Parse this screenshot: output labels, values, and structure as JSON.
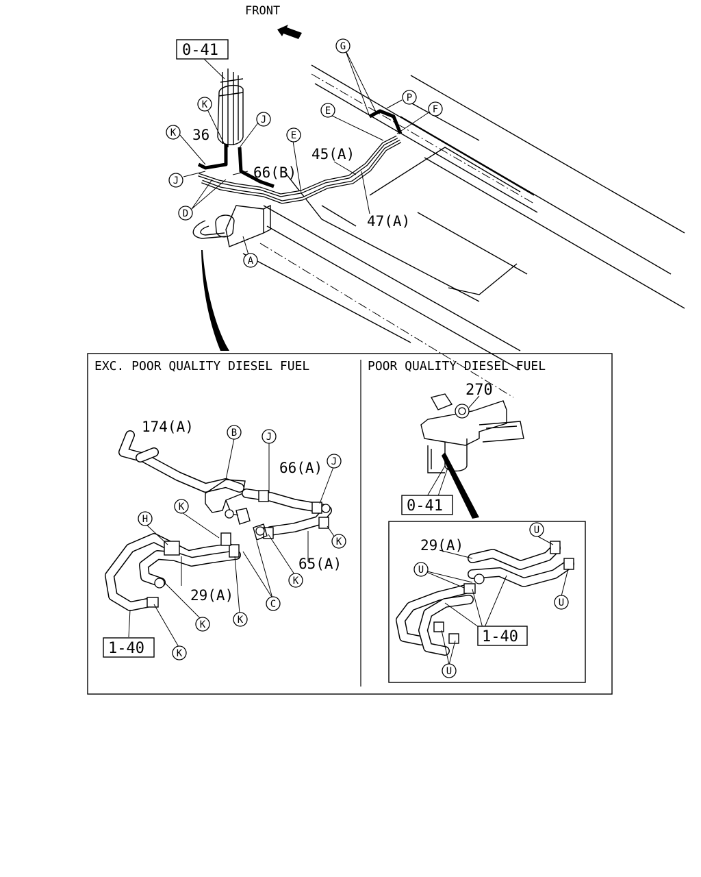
{
  "header": {
    "front_label": "FRONT"
  },
  "top_view": {
    "ref_box": "0-41",
    "part_numbers": [
      "36",
      "66(B)",
      "45(A)",
      "47(A)"
    ],
    "callouts": [
      "G",
      "P",
      "E",
      "F",
      "K",
      "J",
      "K",
      "J",
      "E",
      "D",
      "A"
    ]
  },
  "panel_left": {
    "title": "EXC. POOR QUALITY DIESEL FUEL",
    "ref_box": "1-40",
    "part_numbers": [
      "174(A)",
      "66(A)",
      "65(A)",
      "29(A)"
    ],
    "callouts": [
      "B",
      "J",
      "J",
      "K",
      "H",
      "K",
      "K",
      "C",
      "K",
      "K",
      "K"
    ]
  },
  "panel_right": {
    "title": "POOR QUALITY DIESEL FUEL",
    "ref_box_top": "0-41",
    "ref_box_inner": "1-40",
    "part_numbers": [
      "270",
      "29(A)"
    ],
    "callouts": [
      "U",
      "U",
      "U",
      "U"
    ]
  }
}
